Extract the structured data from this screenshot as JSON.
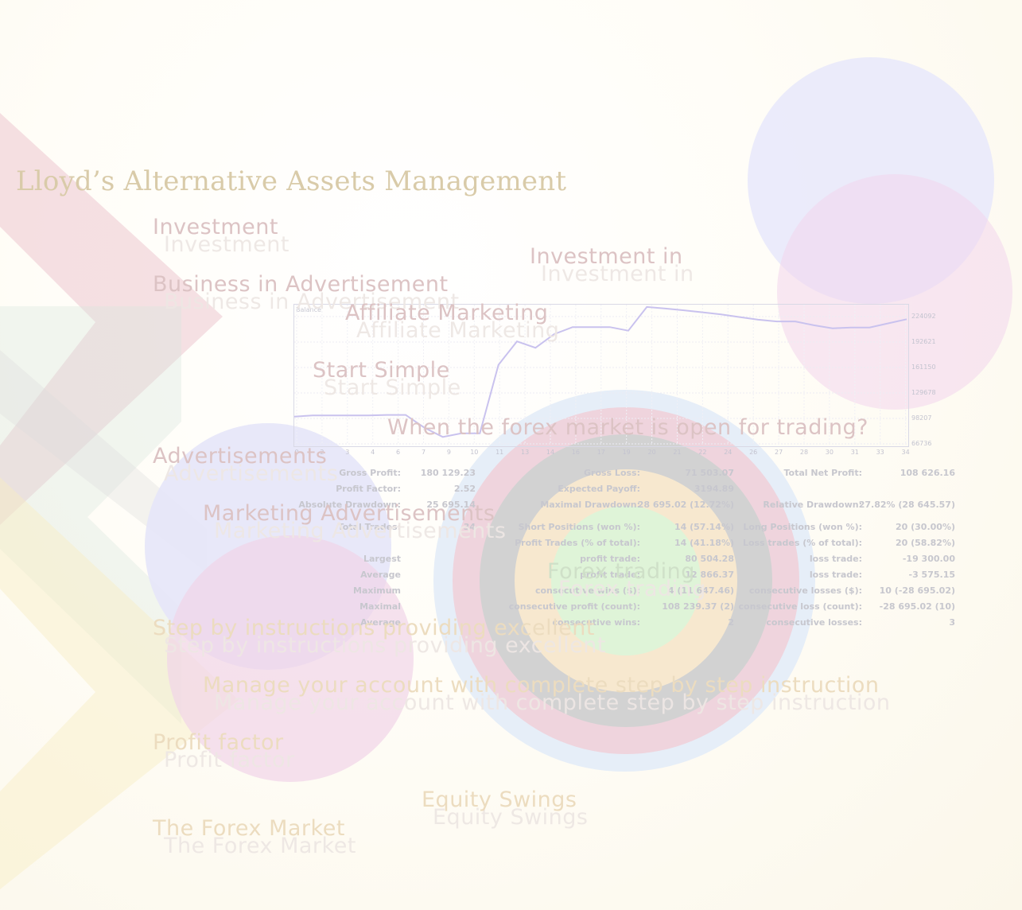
{
  "title": "Lloyd’s Alternative Assets Management",
  "labels": {
    "investment": "Investment",
    "business": "Business in Advertisement",
    "investment_in": "Investment in",
    "affiliate": "Affiliate Marketing",
    "start_simple": "Start Simple",
    "forex_open": "When the forex market is open for trading?",
    "advertisements": "Advertisements",
    "marketing_ads": "Marketing Advertisements",
    "forex_trading": "Forex trading",
    "step_by": "Step by instructions providing excellent",
    "manage": "Manage your account with complete step by step instruction",
    "profit_factor": "Profit factor",
    "equity_swings": "Equity Swings",
    "forex_market": "The Forex Market"
  },
  "colors": {
    "title": "#d9cba9",
    "pink_text": "#dcc3c4",
    "tan_text": "#ecdcbf",
    "balance_line": "#c9c2ee"
  },
  "chart_data": {
    "type": "line",
    "title": "Balance",
    "x_ticks": [
      "0",
      "2",
      "3",
      "4",
      "6",
      "7",
      "9",
      "10",
      "11",
      "13",
      "14",
      "16",
      "17",
      "19",
      "20",
      "21",
      "22",
      "24",
      "26",
      "27",
      "28",
      "30",
      "31",
      "33",
      "34"
    ],
    "y_ticks": [
      "224092",
      "192621",
      "161150",
      "129678",
      "98207",
      "66736"
    ],
    "ylim": [
      66736,
      224092
    ],
    "y": [
      98207,
      99600,
      99600,
      99600,
      99600,
      100200,
      100200,
      86000,
      75400,
      79400,
      79400,
      156400,
      182800,
      175600,
      190900,
      198900,
      198900,
      198900,
      194900,
      221500,
      219700,
      217700,
      215500,
      213100,
      210100,
      207200,
      205200,
      205200,
      200900,
      197500,
      198400,
      198400,
      203100,
      207700
    ]
  },
  "stats": {
    "gross_profit_label": "Gross Profit:",
    "gross_profit": "180 129.23",
    "gross_loss_label": "Gross Loss:",
    "gross_loss": "71 503.07",
    "net_profit_label": "Total Net Profit:",
    "net_profit": "108 626.16",
    "profit_factor_label": "Profit Factor:",
    "profit_factor": "2.52",
    "expected_payoff_label": "Expected Payoff:",
    "expected_payoff": "3194.89",
    "abs_dd_label": "Absolute Drawdown:",
    "abs_dd": "25 695.14",
    "max_dd_label": "Maximal Drawdown:",
    "max_dd": "28 695.02 (12.72%)",
    "rel_dd_label": "Relative Drawdown:",
    "rel_dd": "27.82% (28 645.57)",
    "total_trades_label": "Total Trades:",
    "total_trades": "34",
    "short_label": "Short Positions (won %):",
    "short": "14 (57.14%)",
    "long_label": "Long Positions (won %):",
    "long": "20 (30.00%)",
    "profit_trades_label": "Profit Trades (% of total):",
    "profit_trades": "14 (41.18%)",
    "loss_trades_label": "Loss trades (% of total):",
    "loss_trades": "20 (58.82%)",
    "largest_label": "Largest",
    "largest_profit_label": "profit trade:",
    "largest_profit": "80 504.28",
    "largest_loss_label": "loss trade:",
    "largest_loss": "-19 300.00",
    "average_label": "Average",
    "avg_profit_label": "profit trade:",
    "avg_profit": "12 866.37",
    "avg_loss_label": "loss trade:",
    "avg_loss": "-3 575.15",
    "maximum_label": "Maximum",
    "max_wins_label": "consecutive wins ($):",
    "max_wins": "4 (11 647.46)",
    "max_losses_label": "consecutive losses ($):",
    "max_losses": "10 (-28 695.02)",
    "maximal_label": "Maximal",
    "maximal_profit_label": "consecutive profit (count):",
    "maximal_profit": "108 239.37 (2)",
    "maximal_loss_label": "consecutive loss (count):",
    "maximal_loss": "-28 695.02 (10)",
    "average2_label": "Average",
    "avg_wins_label": "consecutive wins:",
    "avg_wins": "2",
    "avg_losses_label": "consecutive losses:",
    "avg_losses": "3"
  }
}
